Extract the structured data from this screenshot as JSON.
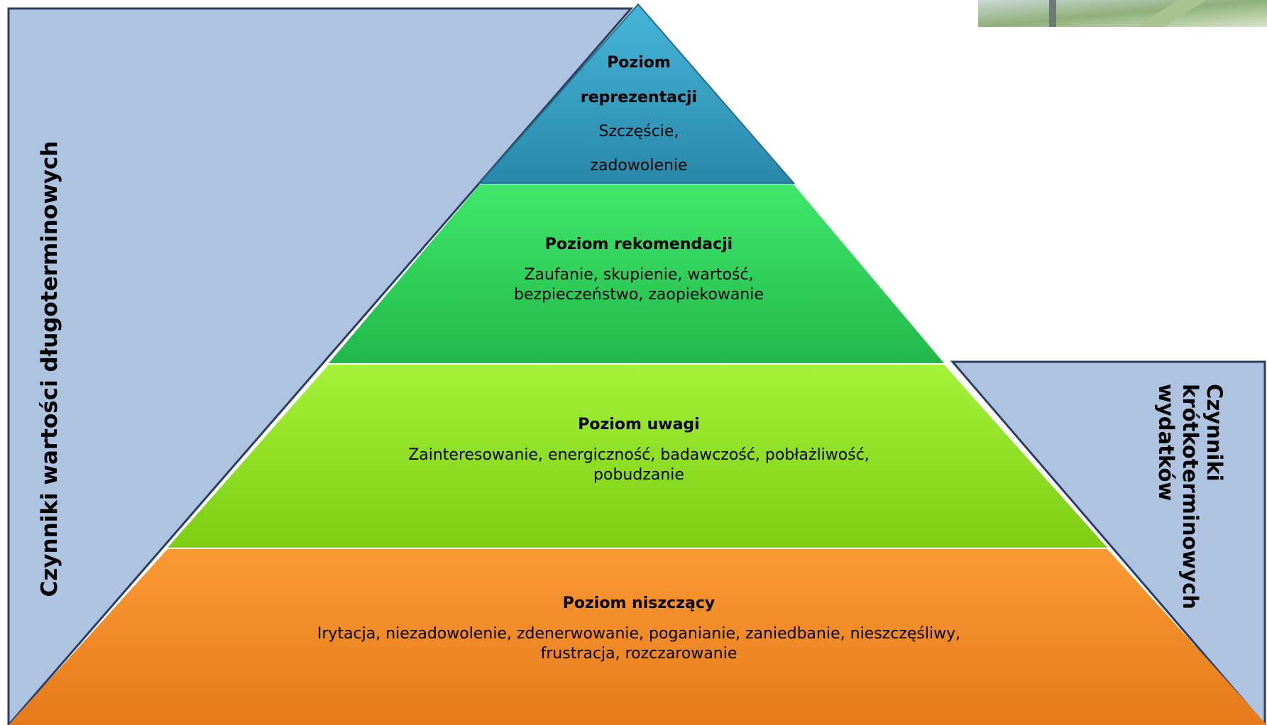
{
  "left_axis_label": "Czynniki wartości długoterminowych",
  "right_axis_label_lines": [
    "Czynniki",
    "krótkoterminowych",
    "wydatków"
  ],
  "levels": [
    {
      "title_lines": [
        "Poziom",
        "reprezentacji"
      ],
      "desc_lines": [
        "Szczęście,",
        "zadowolenie"
      ],
      "color": "#2e95b8"
    },
    {
      "title_lines": [
        "Poziom rekomendacji"
      ],
      "desc_lines": [
        "Zaufanie, skupienie, wartość,",
        "bezpieczeństwo, zaopiekowanie"
      ],
      "color": "#2fd65a"
    },
    {
      "title_lines": [
        "Poziom uwagi"
      ],
      "desc_lines": [
        "Zainteresowanie, energiczność, badawczość, pobłażliwość,",
        "pobudzanie"
      ],
      "color": "#8fe020"
    },
    {
      "title_lines": [
        "Poziom niszczący"
      ],
      "desc_lines": [
        "Irytacja, niezadowolenie, zdenerwowanie, poganianie, zaniedbanie, nieszczęśliwy,",
        "frustracja, rozczarowanie"
      ],
      "color": "#f58a25"
    }
  ],
  "side_panel_color": "#adc3e0",
  "side_panel_border": "#2b3e62"
}
